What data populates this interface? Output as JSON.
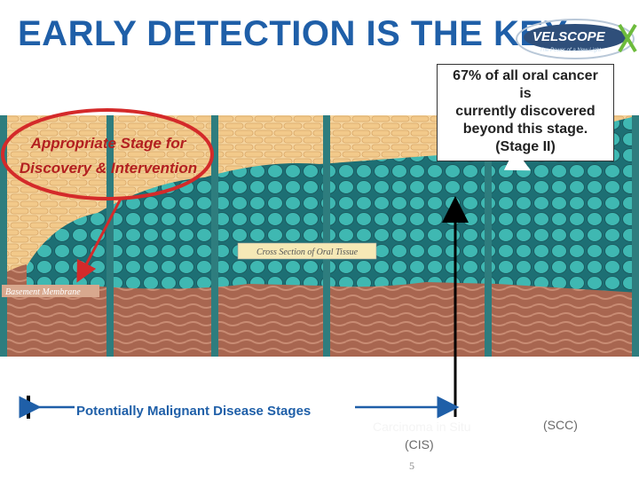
{
  "slide": {
    "title": "EARLY DETECTION IS THE KEY",
    "logo_text": "VELSCOPE",
    "logo_tagline": "The Power of a New Light",
    "callout": {
      "line1": "67% of all oral cancer",
      "line2": "is",
      "line3": "currently discovered",
      "line4": "beyond this stage.",
      "line5": "(Stage II)"
    },
    "stage_label": {
      "line1": "Appropriate Stage for",
      "line2": "Discovery & Intervention"
    },
    "tissue": {
      "cross_section_label": "Cross Section of Oral Tissue",
      "basement_membrane_label": "Basement Membrane"
    },
    "potentially_malignant_label": "Potentially Malignant Disease Stages",
    "carcinoma_in_situ_label": "Carcinoma in Situ",
    "cis_label": "(CIS)",
    "scc_label": "(SCC)",
    "page_number": "5"
  },
  "colors": {
    "title": "#1f5fa8",
    "stage_text": "#b32020",
    "ellipse": "#d42a2a",
    "normal_cells": "#f2c98a",
    "dysplastic_cells": "#3fb8b2",
    "connective_tissue": "#a86650",
    "pm_label": "#1f5fa8"
  }
}
